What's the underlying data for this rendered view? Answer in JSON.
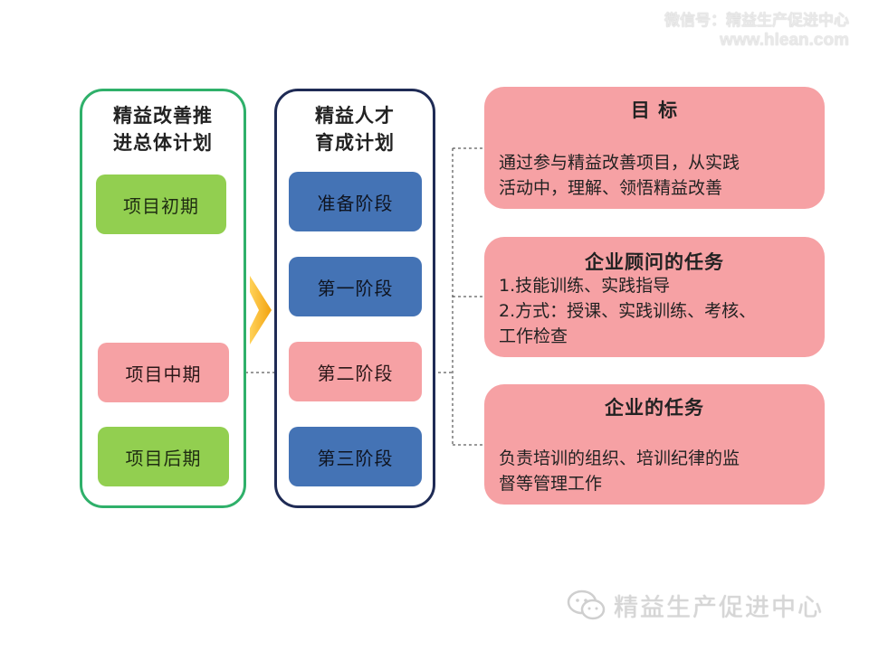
{
  "watermark": {
    "line1": "微信号：精益生产促进中心",
    "line2": "www.hlean.com"
  },
  "left_column": {
    "title_line1": "精益改善推",
    "title_line2": "进总体计划",
    "items": [
      "项目初期",
      "项目中期",
      "项目后期"
    ],
    "border_color": "#2fb06a"
  },
  "middle_column": {
    "title_line1": "精益人才",
    "title_line2": "育成计划",
    "items": [
      "准备阶段",
      "第一阶段",
      "第二阶段",
      "第三阶段"
    ],
    "border_color": "#1f2b55"
  },
  "cards": [
    {
      "title": "目  标",
      "body": [
        "通过参与精益改善项目，从实践",
        "活动中，理解、领悟精益改善"
      ]
    },
    {
      "title": "企业顾问的任务",
      "body": [
        "1.技能训练、实践指导",
        "2.方式：授课、实践训练、考核、",
        "工作检查"
      ]
    },
    {
      "title": "企业的任务",
      "body": [
        "负责培训的组织、培训纪律的监",
        "督等管理工作"
      ]
    }
  ],
  "badge": {
    "icon": "wechat-icon",
    "text": "精益生产促进中心"
  },
  "colors": {
    "green_box": "#92cf50",
    "pink_box": "#f6a1a4",
    "blue_box": "#4473b5",
    "arrow": "#f7b218"
  }
}
